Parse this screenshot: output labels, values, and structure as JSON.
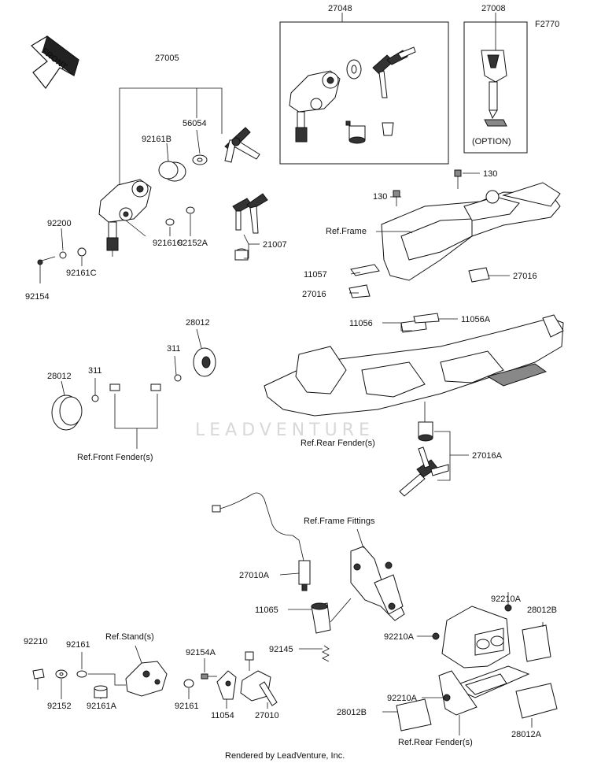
{
  "figure_code": "F2770",
  "watermark": "LEADVENTURE",
  "footer": "Rendered by LeadVenture, Inc.",
  "front_arrow_label": "FRONT",
  "option_label": "(OPTION)",
  "labels": [
    {
      "id": "27005",
      "text": "27005"
    },
    {
      "id": "56054",
      "text": "56054"
    },
    {
      "id": "92161B",
      "text": "92161B"
    },
    {
      "id": "92200",
      "text": "92200"
    },
    {
      "id": "92161C_a",
      "text": "92161C"
    },
    {
      "id": "92161C_b",
      "text": "92161C"
    },
    {
      "id": "92152A",
      "text": "92152A"
    },
    {
      "id": "92154",
      "text": "92154"
    },
    {
      "id": "21007",
      "text": "21007"
    },
    {
      "id": "27048",
      "text": "27048"
    },
    {
      "id": "27008",
      "text": "27008"
    },
    {
      "id": "130_a",
      "text": "130"
    },
    {
      "id": "130_b",
      "text": "130"
    },
    {
      "id": "ref_frame",
      "text": "Ref.Frame"
    },
    {
      "id": "11057",
      "text": "11057"
    },
    {
      "id": "27016_a",
      "text": "27016"
    },
    {
      "id": "27016_b",
      "text": "27016"
    },
    {
      "id": "28012_a",
      "text": "28012"
    },
    {
      "id": "28012_b",
      "text": "28012"
    },
    {
      "id": "311_a",
      "text": "311"
    },
    {
      "id": "311_b",
      "text": "311"
    },
    {
      "id": "ref_front_fender",
      "text": "Ref.Front Fender(s)"
    },
    {
      "id": "11056",
      "text": "11056"
    },
    {
      "id": "11056A",
      "text": "11056A"
    },
    {
      "id": "ref_rear_fender_a",
      "text": "Ref.Rear Fender(s)"
    },
    {
      "id": "27016A",
      "text": "27016A"
    },
    {
      "id": "ref_frame_fittings",
      "text": "Ref.Frame Fittings"
    },
    {
      "id": "27010A",
      "text": "27010A"
    },
    {
      "id": "11065",
      "text": "11065"
    },
    {
      "id": "92145",
      "text": "92145"
    },
    {
      "id": "92210A_a",
      "text": "92210A"
    },
    {
      "id": "92210A_b",
      "text": "92210A"
    },
    {
      "id": "92210A_c",
      "text": "92210A"
    },
    {
      "id": "28012B_a",
      "text": "28012B"
    },
    {
      "id": "28012B_b",
      "text": "28012B"
    },
    {
      "id": "28012A",
      "text": "28012A"
    },
    {
      "id": "ref_rear_fender_b",
      "text": "Ref.Rear Fender(s)"
    },
    {
      "id": "92210",
      "text": "92210"
    },
    {
      "id": "92161_a",
      "text": "92161"
    },
    {
      "id": "92161_b",
      "text": "92161"
    },
    {
      "id": "ref_stand",
      "text": "Ref.Stand(s)"
    },
    {
      "id": "92154A",
      "text": "92154A"
    },
    {
      "id": "92152",
      "text": "92152"
    },
    {
      "id": "92161A",
      "text": "92161A"
    },
    {
      "id": "11054",
      "text": "11054"
    },
    {
      "id": "27010",
      "text": "27010"
    }
  ]
}
